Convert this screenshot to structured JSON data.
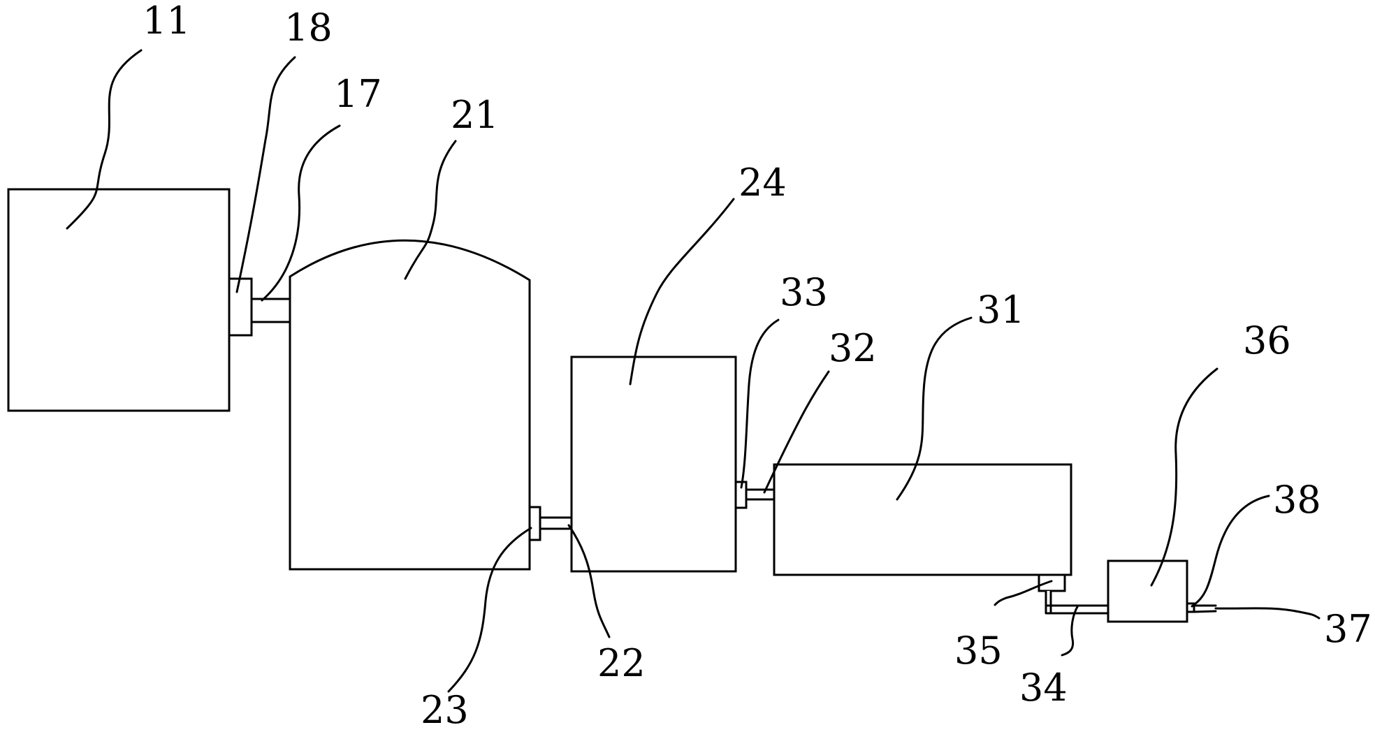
{
  "labels": {
    "l11": "11",
    "l18": "18",
    "l17": "17",
    "l21": "21",
    "l24": "24",
    "l33": "33",
    "l32": "32",
    "l31": "31",
    "l36": "36",
    "l38": "38",
    "l37": "37",
    "l34": "34",
    "l35": "35",
    "l22": "22",
    "l23": "23"
  }
}
